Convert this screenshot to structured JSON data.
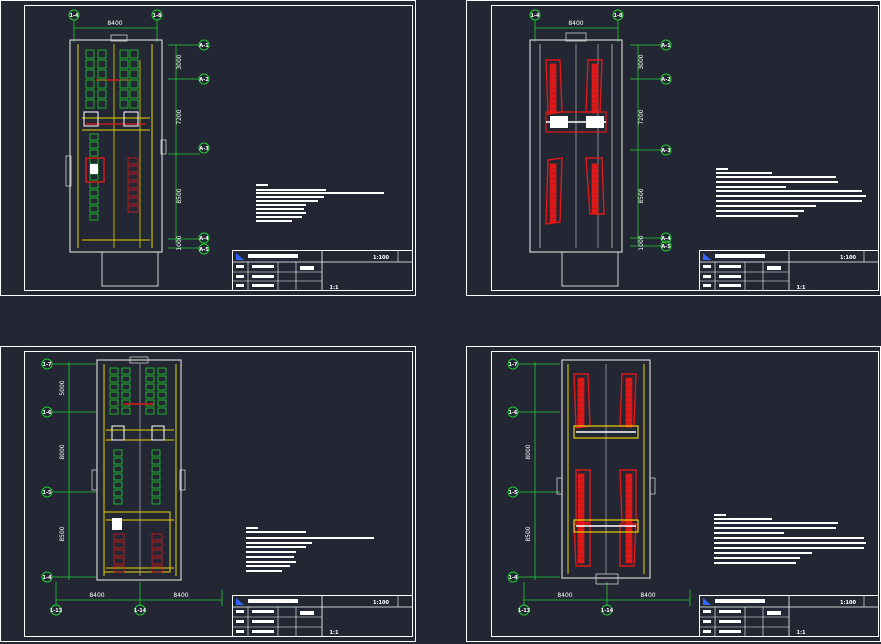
{
  "sheets": [
    {
      "id": "s1",
      "top_axes": [
        "1-4",
        "1-8"
      ],
      "top_dim": "8400",
      "right_axes": [
        "A-1",
        "A-2",
        "A-3",
        "A-4",
        "A-5"
      ],
      "right_dims": [
        "3000",
        "7200",
        "8500",
        "1000"
      ],
      "title_scale": "1:100",
      "title_sub": "1:1"
    },
    {
      "id": "s2",
      "top_axes": [
        "1-4",
        "1-8"
      ],
      "top_dim": "8400",
      "right_axes": [
        "A-1",
        "A-2",
        "A-3",
        "A-4",
        "A-5"
      ],
      "right_dims": [
        "3000",
        "7200",
        "8500",
        "1000"
      ],
      "title_scale": "1:100",
      "title_sub": "1:1"
    },
    {
      "id": "s3",
      "left_axes": [
        "1-7",
        "1-6",
        "1-5",
        "1-4"
      ],
      "left_dims": [
        "5000",
        "8000",
        "8500"
      ],
      "bottom_axes": [
        "1-13",
        "1-14"
      ],
      "bottom_dims": [
        "8400",
        "8400"
      ],
      "title_scale": "1:100",
      "title_sub": "1:1"
    },
    {
      "id": "s4",
      "left_axes": [
        "1-7",
        "1-6",
        "1-5",
        "1-4"
      ],
      "left_dims": [
        "",
        "8000",
        "8500"
      ],
      "bottom_axes": [
        "1-13",
        "1-14"
      ],
      "bottom_dims": [
        "8400",
        "8400"
      ],
      "title_scale": "1:100",
      "title_sub": "1:1"
    }
  ],
  "colors": {
    "background": "#222733",
    "frame": "#ffffff",
    "axis": "#22cc33",
    "wall": "#cfcfcf",
    "cable": "#e8d000",
    "cabinet_green": "#1fd02a",
    "cabinet_red": "#e01818",
    "accent": "#3366ff"
  }
}
